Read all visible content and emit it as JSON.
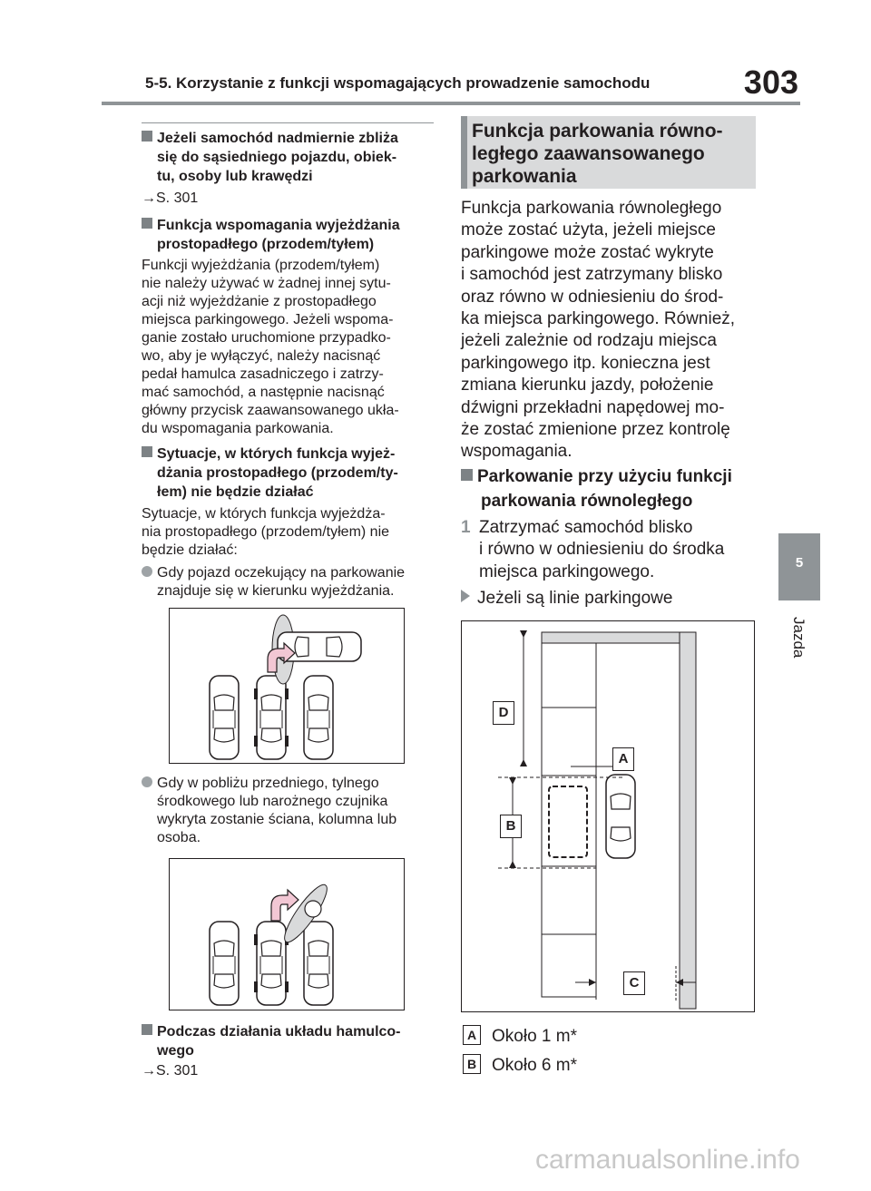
{
  "header": {
    "title": "5-5. Korzystanie z funkcji wspomagających prowadzenie samochodu",
    "page_number": "303"
  },
  "side_tab": {
    "number": "5",
    "label": "Jazda"
  },
  "left": {
    "h1": [
      "Jeżeli samochód nadmiernie zbliża",
      "się do sąsiedniego pojazdu, obiek-",
      "tu, osoby lub krawędzi"
    ],
    "ref1": "→S. 301",
    "h2": [
      "Funkcja wspomagania wyjeżdżania",
      "prostopadłego (przodem/tyłem)"
    ],
    "p1": [
      "Funkcji wyjeżdżania (przodem/tyłem)",
      "nie należy używać w żadnej innej sytu-",
      "acji niż wyjeżdżanie z prostopadłego",
      "miejsca parkingowego. Jeżeli wspoma-",
      "ganie zostało uruchomione przypadko-",
      "wo, aby je wyłączyć, należy nacisnąć",
      "pedał hamulca zasadniczego i zatrzy-",
      "mać samochód, a następnie nacisnąć",
      "główny przycisk zaawansowanego ukła-",
      "du wspomagania parkowania."
    ],
    "h3": [
      "Sytuacje, w których funkcja wyjeż-",
      "dżania prostopadłego (przodem/ty-",
      "łem) nie będzie działać"
    ],
    "p2": [
      "Sytuacje, w których funkcja wyjeżdża-",
      "nia prostopadłego (przodem/tyłem) nie",
      "będzie działać:"
    ],
    "b1": [
      "Gdy pojazd oczekujący na parkowanie",
      "znajduje się w kierunku wyjeżdżania."
    ],
    "b2": [
      "Gdy w pobliżu przedniego, tylnego",
      "środkowego lub narożnego czujnika",
      "wykryta zostanie ściana, kolumna lub",
      "osoba."
    ],
    "h4": [
      "Podczas działania układu hamulco-",
      "wego"
    ],
    "ref2": "→S. 301"
  },
  "right": {
    "section_title": [
      "Funkcja parkowania równo-",
      "ległego zaawansowanego",
      "parkowania"
    ],
    "p1": [
      "Funkcja parkowania równoległego",
      "może zostać użyta, jeżeli miejsce",
      "parkingowe może zostać wykryte",
      "i samochód jest zatrzymany blisko",
      "oraz równo w odniesieniu do środ-",
      "ka miejsca parkingowego. Również,",
      "jeżeli zależnie od rodzaju miejsca",
      "parkingowego itp. konieczna jest",
      "zmiana kierunku jazdy, położenie",
      "dźwigni przekładni napędowej mo-",
      "że zostać zmienione przez kontrolę",
      "wspomagania."
    ],
    "h1": [
      "Parkowanie przy użyciu funkcji",
      "parkowania równoległego"
    ],
    "step_num": "1",
    "step1": [
      "Zatrzymać samochód blisko",
      "i równo w odniesieniu do środka",
      "miejsca parkingowego."
    ],
    "sub": "Jeżeli są linie parkingowe",
    "fig_labels": {
      "a": "A",
      "b": "B",
      "c": "C",
      "d": "D"
    },
    "legend": [
      {
        "key": "A",
        "text": "Około 1 m*"
      },
      {
        "key": "B",
        "text": "Około 6 m*"
      }
    ]
  },
  "watermark": "carmanualsonline.info"
}
